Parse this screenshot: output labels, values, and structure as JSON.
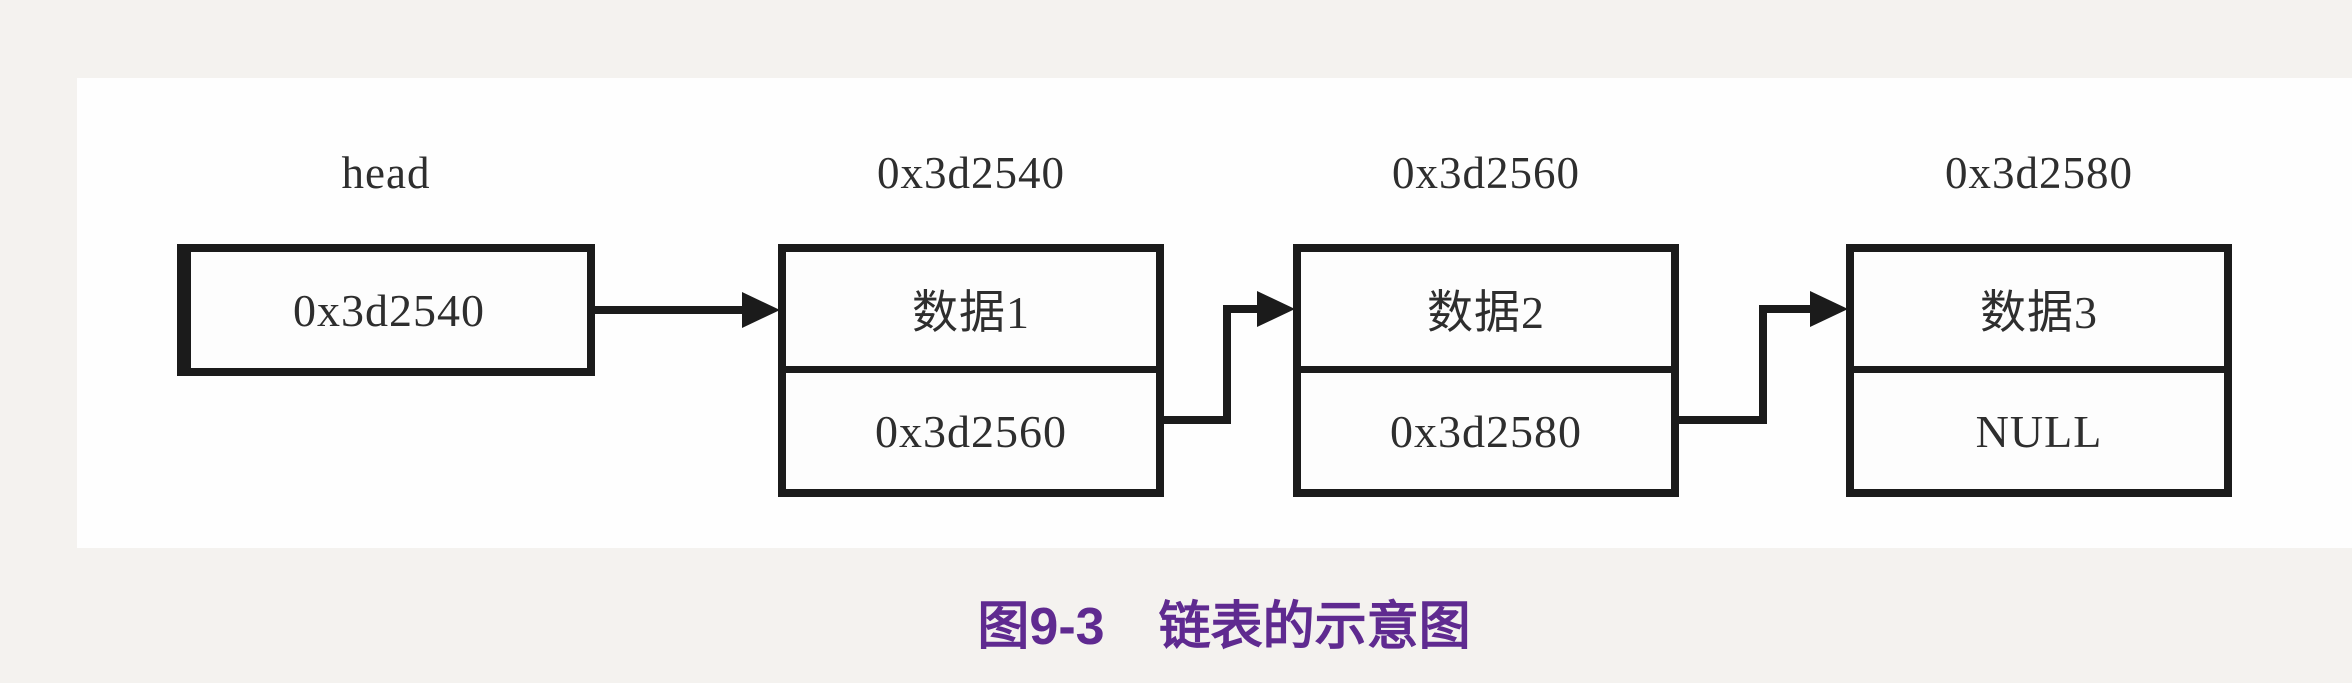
{
  "figure": {
    "head": {
      "label": "head",
      "value": "0x3d2540"
    },
    "nodes": [
      {
        "address": "0x3d2540",
        "data": "数据1",
        "next": "0x3d2560"
      },
      {
        "address": "0x3d2560",
        "data": "数据2",
        "next": "0x3d2580"
      },
      {
        "address": "0x3d2580",
        "data": "数据3",
        "next": "NULL"
      }
    ],
    "caption": {
      "number": "图9-3",
      "title": "链表的示意图"
    },
    "colors": {
      "page_background": "#f4f2ef",
      "panel_background": "#fefefe",
      "line_and_border": "#1b1b1b",
      "box_text": "#2e2e2e",
      "caption_purple": "#5f2a90"
    }
  }
}
